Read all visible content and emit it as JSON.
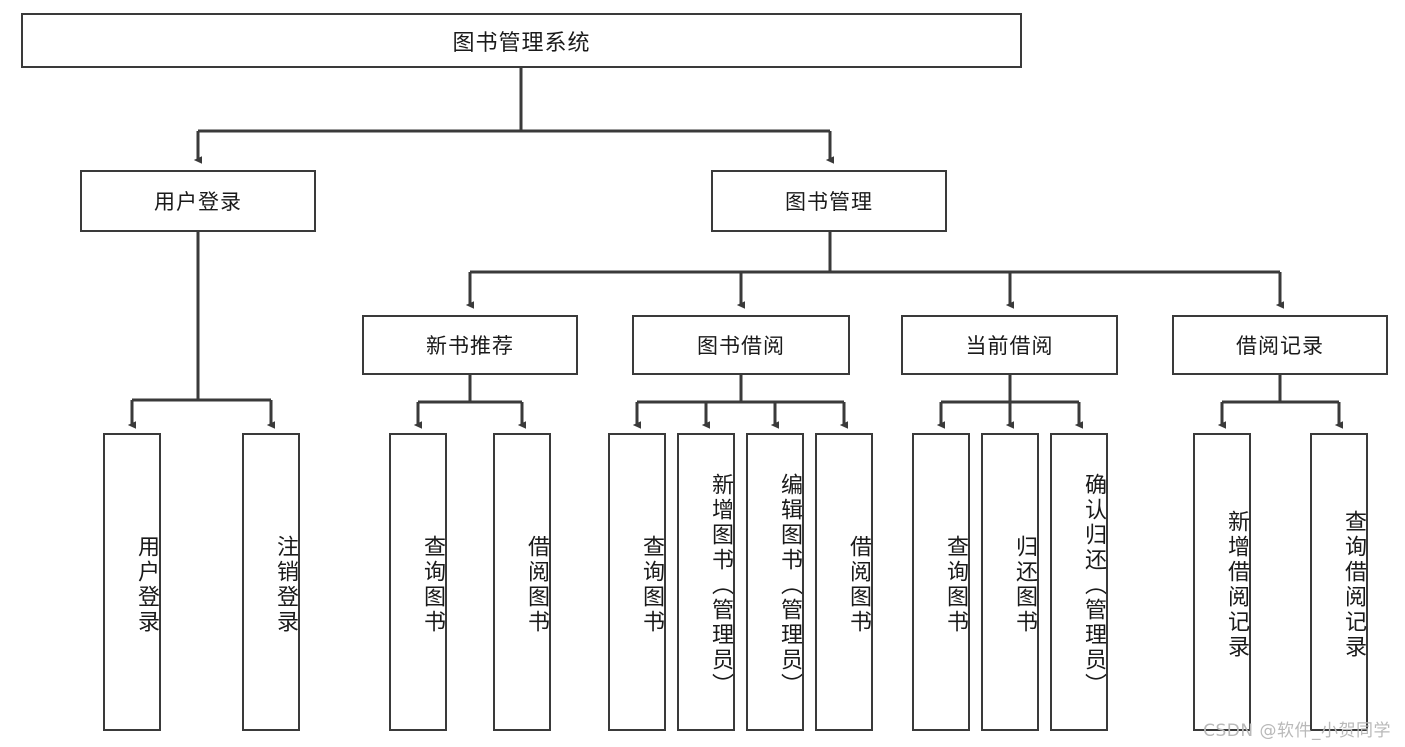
{
  "diagram": {
    "title": "图书管理系统",
    "type": "tree",
    "orientation": "top-down",
    "watermark": "CSDN @软件_小贺同学",
    "colors": {
      "box_border": "#3a3a3a",
      "box_fill": "#ffffff",
      "connector": "#3a3a3a",
      "text": "#1a1a1a",
      "watermark": "#b9b9b9",
      "background": "#ffffff"
    },
    "levels": {
      "root": {
        "label": "图书管理系统"
      },
      "level2": [
        {
          "label": "用户登录"
        },
        {
          "label": "图书管理"
        }
      ],
      "level3": [
        {
          "label": "新书推荐"
        },
        {
          "label": "图书借阅"
        },
        {
          "label": "当前借阅"
        },
        {
          "label": "借阅记录"
        }
      ],
      "leaves": [
        {
          "label": "用户登录",
          "parent": "用户登录"
        },
        {
          "label": "注销登录",
          "parent": "用户登录"
        },
        {
          "label": "查询图书",
          "parent": "新书推荐"
        },
        {
          "label": "借阅图书",
          "parent": "新书推荐"
        },
        {
          "label": "查询图书",
          "parent": "图书借阅"
        },
        {
          "label": "新增图书（管理员）",
          "parent": "图书借阅"
        },
        {
          "label": "编辑图书（管理员）",
          "parent": "图书借阅"
        },
        {
          "label": "借阅图书",
          "parent": "图书借阅"
        },
        {
          "label": "查询图书",
          "parent": "当前借阅"
        },
        {
          "label": "归还图书",
          "parent": "当前借阅"
        },
        {
          "label": "确认归还（管理员）",
          "parent": "当前借阅"
        },
        {
          "label": "新增借阅记录",
          "parent": "借阅记录"
        },
        {
          "label": "查询借阅记录",
          "parent": "借阅记录"
        }
      ]
    }
  }
}
